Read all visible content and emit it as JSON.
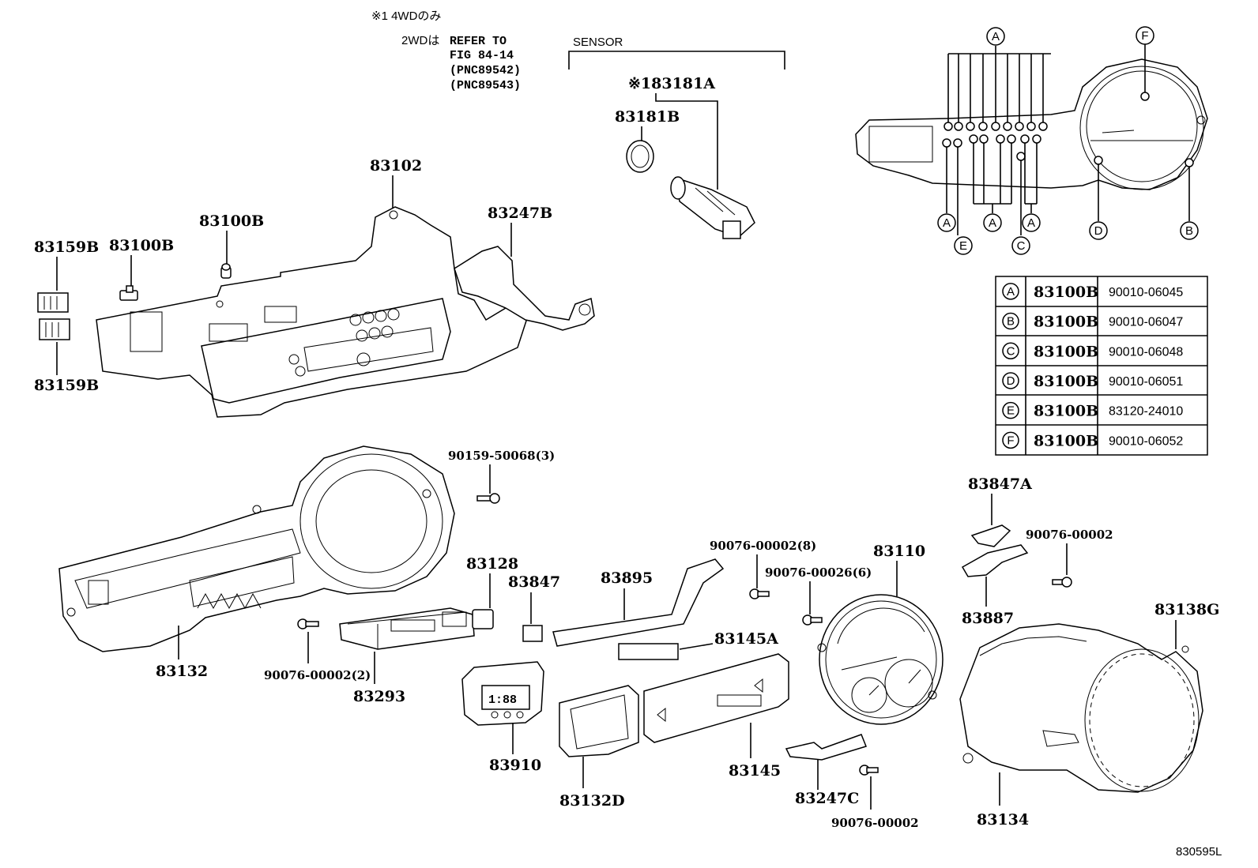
{
  "notes": {
    "wd_note": "※1  4WDのみ",
    "refer_prefix": "2WDは",
    "refer_lines": [
      "REFER TO",
      "FIG 84-14",
      "(PNC89542)",
      "(PNC89543)"
    ],
    "sensor_label": "SENSOR",
    "figure_code": "830595L"
  },
  "labels": {
    "p83181A": "※183181A",
    "p83181B": "83181B",
    "p83102": "83102",
    "p83247B": "83247B",
    "p83100B_top": "83100B",
    "p83100B_left": "83100B",
    "p83159B_top": "83159B",
    "p83159B_bottom": "83159B",
    "p90159": "90159-50068(3)",
    "p83132": "83132",
    "p83128": "83128",
    "p83847": "83847",
    "p83895": "83895",
    "p90076_8": "90076-00002(8)",
    "p83110": "83110",
    "p83847A": "83847A",
    "p90076_r": "90076-00002",
    "p90076_26": "90076-00026(6)",
    "p83145A": "83145A",
    "p90076_2": "90076-00002(2)",
    "p83293": "83293",
    "p83887": "83887",
    "p83138G": "83138G",
    "p83910": "83910",
    "p83132D": "83132D",
    "p83145": "83145",
    "p83247C": "83247C",
    "p90076_b": "90076-00002",
    "p83134": "83134",
    "clock_digits": "1:88"
  },
  "callouts": {
    "A": "A",
    "B": "B",
    "C": "C",
    "D": "D",
    "E": "E",
    "F": "F"
  },
  "bulb_table": {
    "rows": [
      {
        "key": "A",
        "part": "83100B",
        "number": "90010-06045"
      },
      {
        "key": "B",
        "part": "83100B",
        "number": "90010-06047"
      },
      {
        "key": "C",
        "part": "83100B",
        "number": "90010-06048"
      },
      {
        "key": "D",
        "part": "83100B",
        "number": "90010-06051"
      },
      {
        "key": "E",
        "part": "83100B",
        "number": "83120-24010"
      },
      {
        "key": "F",
        "part": "83100B",
        "number": "90010-06052"
      }
    ]
  }
}
